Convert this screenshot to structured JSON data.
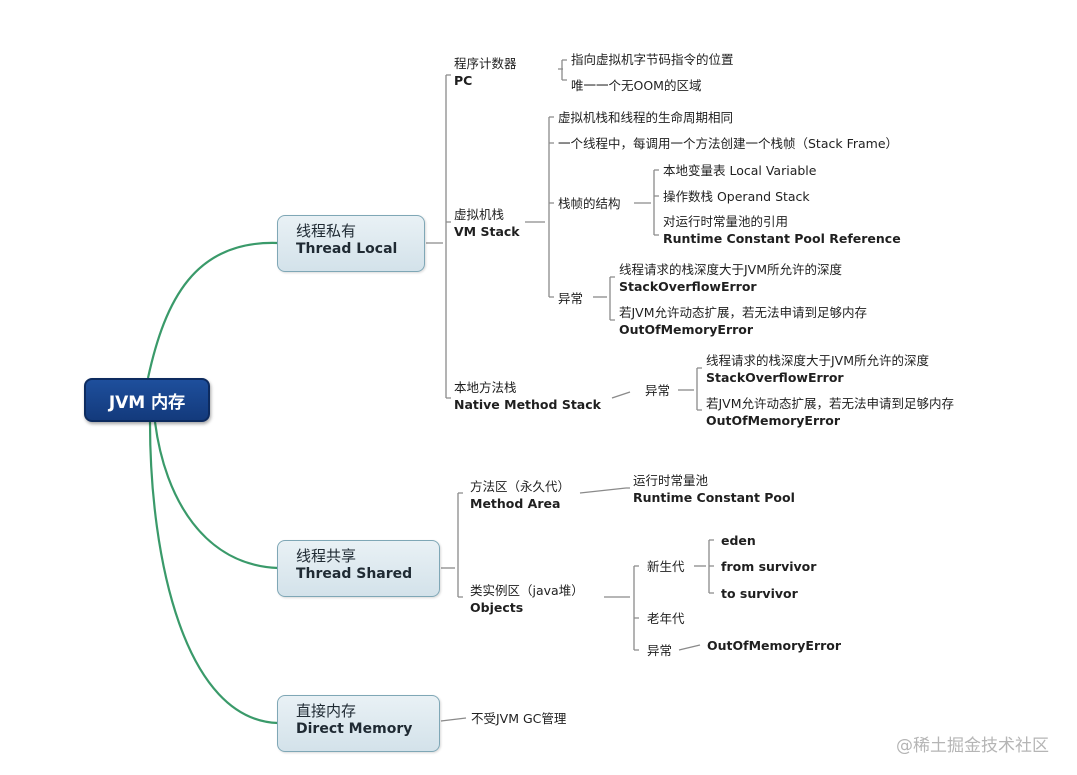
{
  "root": {
    "label": "JVM 内存"
  },
  "branches": {
    "thread_local": {
      "cn": "线程私有",
      "en": "Thread Local"
    },
    "thread_shared": {
      "cn": "线程共享",
      "en": "Thread Shared"
    },
    "direct_memory": {
      "cn": "直接内存",
      "en": "Direct Memory"
    }
  },
  "pc": {
    "cn": "程序计数器",
    "en": "PC",
    "items": [
      "指向虚拟机字节码指令的位置",
      "唯一一个无OOM的区域"
    ]
  },
  "vm_stack": {
    "cn": "虚拟机栈",
    "en": "VM Stack",
    "item1": "虚拟机栈和线程的生命周期相同",
    "item2": "一个线程中，每调用一个方法创建一个栈帧（Stack Frame）",
    "frame": {
      "label": "栈帧的结构",
      "local_var": "本地变量表 Local Variable",
      "operand": "操作数栈 Operand Stack",
      "rcp_cn": "对运行时常量池的引用",
      "rcp_en": "Runtime Constant Pool Reference"
    },
    "exception": {
      "label": "异常",
      "so_cn": "线程请求的栈深度大于JVM所允许的深度",
      "so_en": "StackOverflowError",
      "oom_cn": "若JVM允许动态扩展，若无法申请到足够内存",
      "oom_en": "OutOfMemoryError"
    }
  },
  "native_stack": {
    "cn": "本地方法栈",
    "en": "Native Method Stack",
    "exception": {
      "label": "异常",
      "so_cn": "线程请求的栈深度大于JVM所允许的深度",
      "so_en": "StackOverflowError",
      "oom_cn": "若JVM允许动态扩展，若无法申请到足够内存",
      "oom_en": "OutOfMemoryError"
    }
  },
  "method_area": {
    "cn": "方法区（永久代）",
    "en": "Method Area",
    "rcp_cn": "运行时常量池",
    "rcp_en": "Runtime Constant Pool"
  },
  "objects": {
    "cn": "类实例区（java堆）",
    "en": "Objects",
    "young": {
      "label": "新生代",
      "items": [
        "eden",
        "from survivor",
        "to survivor"
      ]
    },
    "old": "老年代",
    "exception": {
      "label": "异常",
      "oom": "OutOfMemoryError"
    }
  },
  "direct": {
    "note": "不受JVM GC管理"
  },
  "watermark": "@稀土掘金技术社区",
  "colors": {
    "root": "#1a4590",
    "branch_fill": "#dde9ef",
    "root_link": "#3a9a6a",
    "line": "#7a7a7a"
  }
}
